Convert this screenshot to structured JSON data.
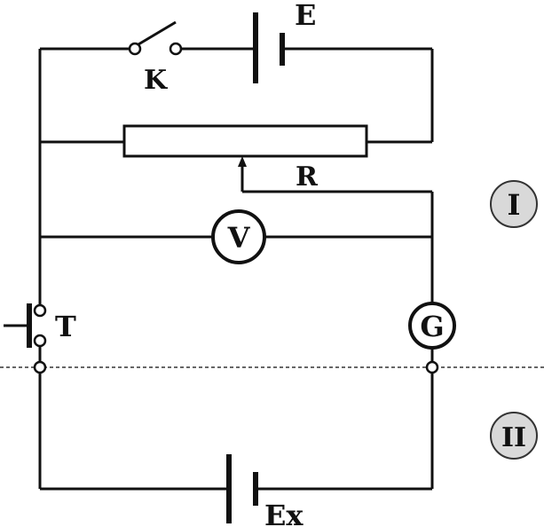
{
  "labels": {
    "source_E": "E",
    "switch_K": "K",
    "rheostat_R": "R",
    "voltmeter": "V",
    "galvanometer": "G",
    "key_T": "T",
    "source_Ex": "Ex",
    "region_1": "I",
    "region_2": "II"
  },
  "colors": {
    "line": "#111111",
    "region_badge_fill": "#d9d9d9"
  }
}
